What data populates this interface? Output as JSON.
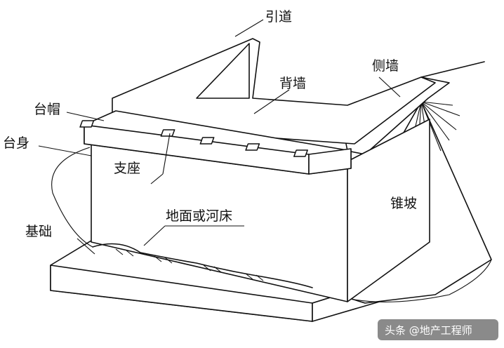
{
  "labels": {
    "approach": "引道",
    "back_wall": "背墙",
    "side_wall": "侧墙",
    "cap": "台帽",
    "body": "台身",
    "bearing": "支座",
    "cone_slope": "锥坡",
    "ground": "地面或河床",
    "foundation": "基础"
  },
  "watermark": "头条 @地产工程师",
  "colors": {
    "line": "#111111",
    "background": "#ffffff",
    "watermark_bg": "#8a8a8a"
  }
}
